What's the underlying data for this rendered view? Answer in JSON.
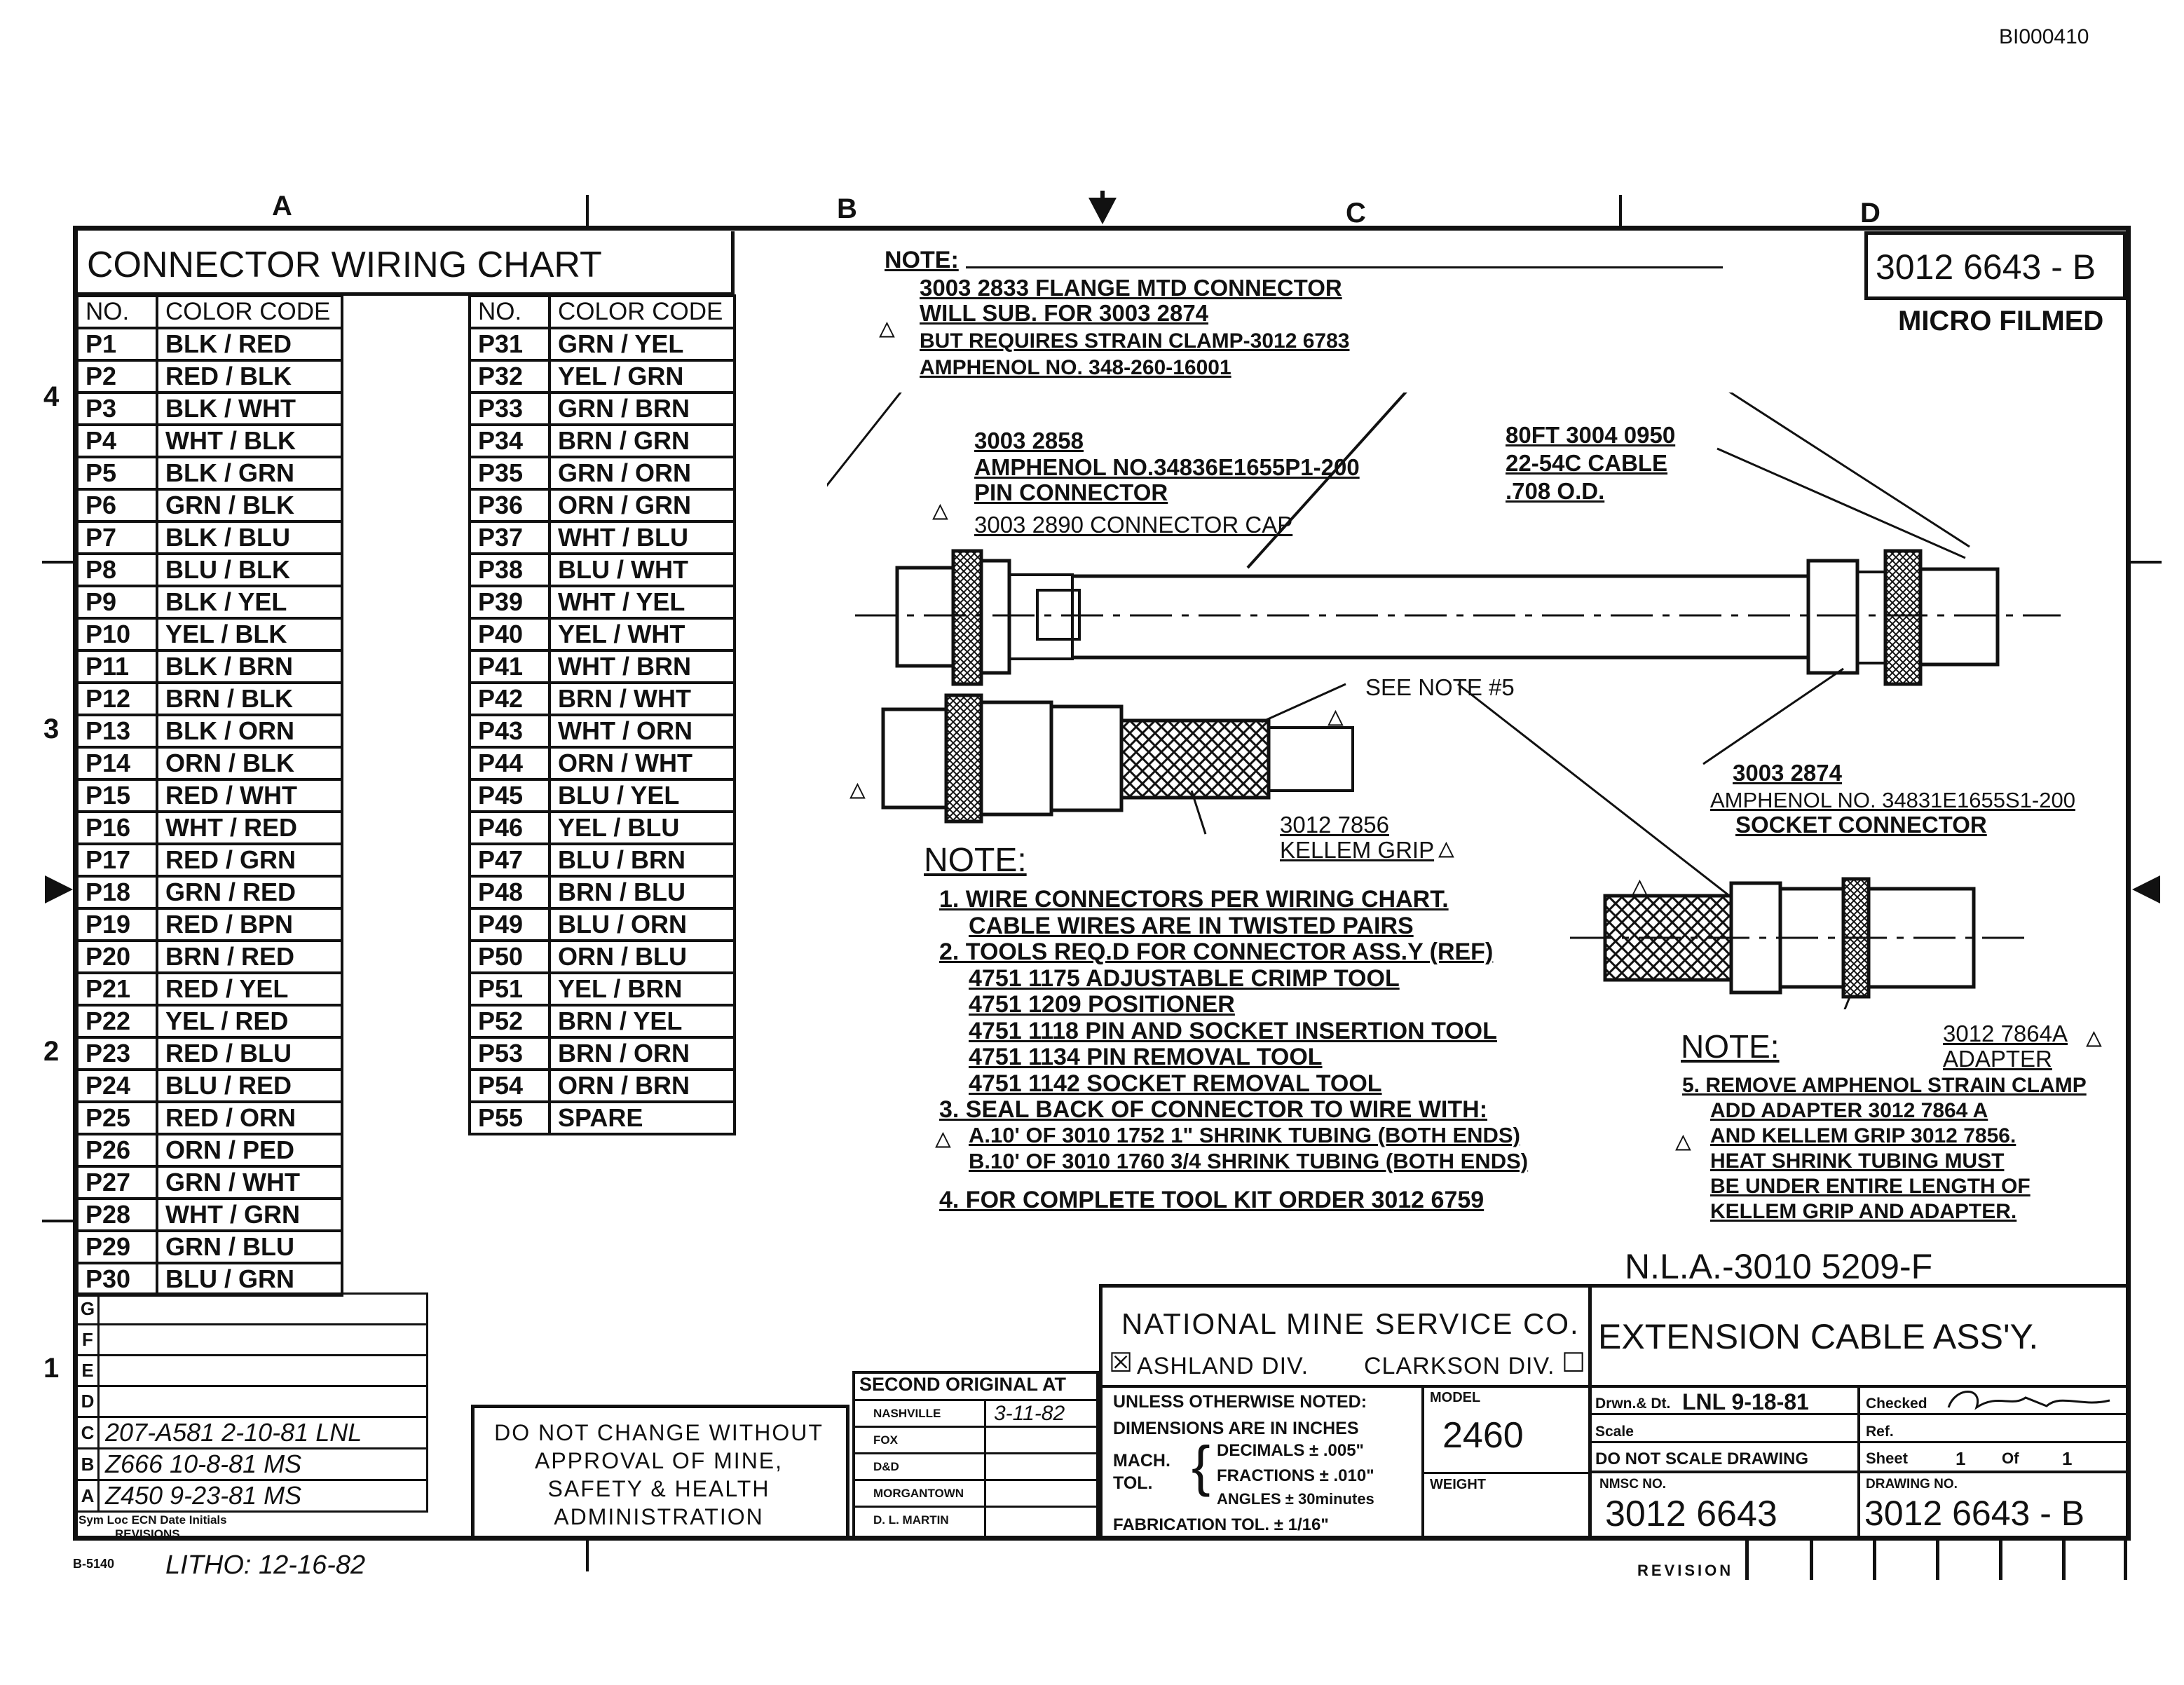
{
  "header": {
    "doc_id": "BI000410"
  },
  "zones": {
    "cols": [
      "A",
      "B",
      "C",
      "D"
    ],
    "rows": [
      "4",
      "3",
      "2",
      "1"
    ]
  },
  "wiring_chart": {
    "title": "CONNECTOR WIRING CHART",
    "col_no": "NO.",
    "col_color": "COLOR CODE",
    "left": [
      [
        "P1",
        "BLK / RED"
      ],
      [
        "P2",
        "RED / BLK"
      ],
      [
        "P3",
        "BLK / WHT"
      ],
      [
        "P4",
        "WHT / BLK"
      ],
      [
        "P5",
        "BLK / GRN"
      ],
      [
        "P6",
        "GRN / BLK"
      ],
      [
        "P7",
        "BLK / BLU"
      ],
      [
        "P8",
        "BLU / BLK"
      ],
      [
        "P9",
        "BLK / YEL"
      ],
      [
        "P10",
        "YEL / BLK"
      ],
      [
        "P11",
        "BLK / BRN"
      ],
      [
        "P12",
        "BRN / BLK"
      ],
      [
        "P13",
        "BLK / ORN"
      ],
      [
        "P14",
        "ORN / BLK"
      ],
      [
        "P15",
        "RED / WHT"
      ],
      [
        "P16",
        "WHT / RED"
      ],
      [
        "P17",
        "RED / GRN"
      ],
      [
        "P18",
        "GRN / RED"
      ],
      [
        "P19",
        "RED / BPN"
      ],
      [
        "P20",
        "BRN / RED"
      ],
      [
        "P21",
        "RED / YEL"
      ],
      [
        "P22",
        "YEL / RED"
      ],
      [
        "P23",
        "RED / BLU"
      ],
      [
        "P24",
        "BLU / RED"
      ],
      [
        "P25",
        "RED / ORN"
      ],
      [
        "P26",
        "ORN / PED"
      ],
      [
        "P27",
        "GRN / WHT"
      ],
      [
        "P28",
        "WHT / GRN"
      ],
      [
        "P29",
        "GRN / BLU"
      ],
      [
        "P30",
        "BLU / GRN"
      ]
    ],
    "right": [
      [
        "P31",
        "GRN / YEL"
      ],
      [
        "P32",
        "YEL / GRN"
      ],
      [
        "P33",
        "GRN / BRN"
      ],
      [
        "P34",
        "BRN / GRN"
      ],
      [
        "P35",
        "GRN / ORN"
      ],
      [
        "P36",
        "ORN / GRN"
      ],
      [
        "P37",
        "WHT / BLU"
      ],
      [
        "P38",
        "BLU / WHT"
      ],
      [
        "P39",
        "WHT / YEL"
      ],
      [
        "P40",
        "YEL / WHT"
      ],
      [
        "P41",
        "WHT / BRN"
      ],
      [
        "P42",
        "BRN / WHT"
      ],
      [
        "P43",
        "WHT / ORN"
      ],
      [
        "P44",
        "ORN / WHT"
      ],
      [
        "P45",
        "BLU / YEL"
      ],
      [
        "P46",
        "YEL / BLU"
      ],
      [
        "P47",
        "BLU / BRN"
      ],
      [
        "P48",
        "BRN / BLU"
      ],
      [
        "P49",
        "BLU / ORN"
      ],
      [
        "P50",
        "ORN / BLU"
      ],
      [
        "P51",
        "YEL / BRN"
      ],
      [
        "P52",
        "BRN / YEL"
      ],
      [
        "P53",
        "BRN / ORN"
      ],
      [
        "P54",
        "ORN / BRN"
      ],
      [
        "P55",
        "SPARE"
      ]
    ]
  },
  "top_note": {
    "label": "NOTE:",
    "lines": [
      "3003 2833 FLANGE MTD CONNECTOR",
      "WILL SUB. FOR 3003 2874",
      "BUT REQUIRES STRAIN CLAMP-3012 6783",
      "AMPHENOL NO. 348-260-16001"
    ]
  },
  "labels": {
    "pin_connector": [
      "3003 2858",
      "AMPHENOL NO.34836E1655P1-200",
      "PIN CONNECTOR"
    ],
    "cap": "3003 2890 CONNECTOR CAP",
    "cable": [
      "80FT 3004 0950",
      "22-54C CABLE",
      ".708 O.D."
    ],
    "see_note": "SEE NOTE #5",
    "socket": [
      "3003 2874",
      "AMPHENOL NO. 34831E1655S1-200",
      "SOCKET CONNECTOR"
    ],
    "kellem": [
      "3012 7856",
      "KELLEM GRIP"
    ],
    "adapter": [
      "3012 7864A",
      "ADAPTER"
    ]
  },
  "notes_main": {
    "label": "NOTE:",
    "lines": [
      "1. WIRE CONNECTORS PER WIRING CHART.",
      "CABLE WIRES ARE IN TWISTED PAIRS",
      "2. TOOLS REQ.D FOR CONNECTOR ASS.Y (REF)",
      "4751 1175  ADJUSTABLE CRIMP TOOL",
      "4751 1209  POSITIONER",
      "4751 1118  PIN AND SOCKET INSERTION TOOL",
      "4751 1134  PIN REMOVAL TOOL",
      "4751 1142  SOCKET REMOVAL TOOL",
      "3. SEAL BACK OF CONNECTOR TO WIRE WITH:",
      "A.10' OF 3010 1752  1\" SHRINK TUBING (BOTH ENDS)",
      "B.10' OF 3010 1760  3/4 SHRINK TUBING (BOTH ENDS)",
      "4. FOR COMPLETE  TOOL KIT ORDER 3012 6759"
    ]
  },
  "note5": {
    "label": "NOTE:",
    "lines": [
      "5. REMOVE AMPHENOL STRAIN CLAMP",
      "ADD ADAPTER 3012 7864 A",
      "AND KELLEM GRIP 3012 7856.",
      "HEAT SHRINK TUBING MUST",
      "BE UNDER ENTIRE LENGTH OF",
      "KELLEM GRIP AND ADAPTER."
    ]
  },
  "corner": {
    "number": "3012 6643 - B",
    "stamp": "MICRO FILMED"
  },
  "nla": "N.L.A.-3010 5209-F",
  "revisions": {
    "rows": [
      [
        "G",
        ""
      ],
      [
        "F",
        ""
      ],
      [
        "E",
        ""
      ],
      [
        "D",
        ""
      ],
      [
        "C",
        "207-A581  2-10-81 LNL"
      ],
      [
        "B",
        "Z666 10-8-81 MS"
      ],
      [
        "A",
        "Z450 9-23-81 MS"
      ]
    ],
    "header": "Sym Loc ECN Date Initials",
    "footer": "REVISIONS"
  },
  "do_not_change": "DO NOT CHANGE WITHOUT APPROVAL OF MINE, SAFETY & HEALTH ADMINISTRATION",
  "second_original": {
    "title": "SECOND ORIGINAL AT",
    "rows": [
      [
        "NASHVILLE",
        "3-11-82"
      ],
      [
        "FOX",
        ""
      ],
      [
        "D&D",
        ""
      ],
      [
        "MORGANTOWN",
        ""
      ],
      [
        "D. L. MARTIN",
        ""
      ]
    ]
  },
  "title_block": {
    "company": "NATIONAL MINE SERVICE CO.",
    "div_ashland": "ASHLAND DIV.",
    "div_clarkson": "CLARKSON DIV.",
    "tolerance": [
      "UNLESS OTHERWISE NOTED:",
      "DIMENSIONS ARE IN INCHES",
      "MACH.",
      "TOL.",
      "DECIMALS ± .005\"",
      "FRACTIONS ± .010\"",
      "ANGLES ± 30minutes",
      "FABRICATION TOL. ± 1/16\""
    ],
    "model_label": "MODEL",
    "model": "2460",
    "weight_label": "WEIGHT",
    "title": "EXTENSION CABLE ASS'Y.",
    "drawn_label": "Drwn.& Dt.",
    "drawn": "LNL  9-18-81",
    "checked_label": "Checked",
    "scale_label": "Scale",
    "ref_label": "Ref.",
    "do_not_scale": "DO NOT SCALE DRAWING",
    "sheet_label": "Sheet",
    "sheet": "1",
    "of_label": "Of",
    "of": "1",
    "nmsc_label": "NMSC NO.",
    "nmsc": "3012  6643",
    "drawing_label": "DRAWING NO.",
    "drawing": "3012 6643 - B",
    "revision_label": "REVISION"
  },
  "footer": {
    "form": "B-5140",
    "litho": "LITHO: 12-16-82"
  }
}
